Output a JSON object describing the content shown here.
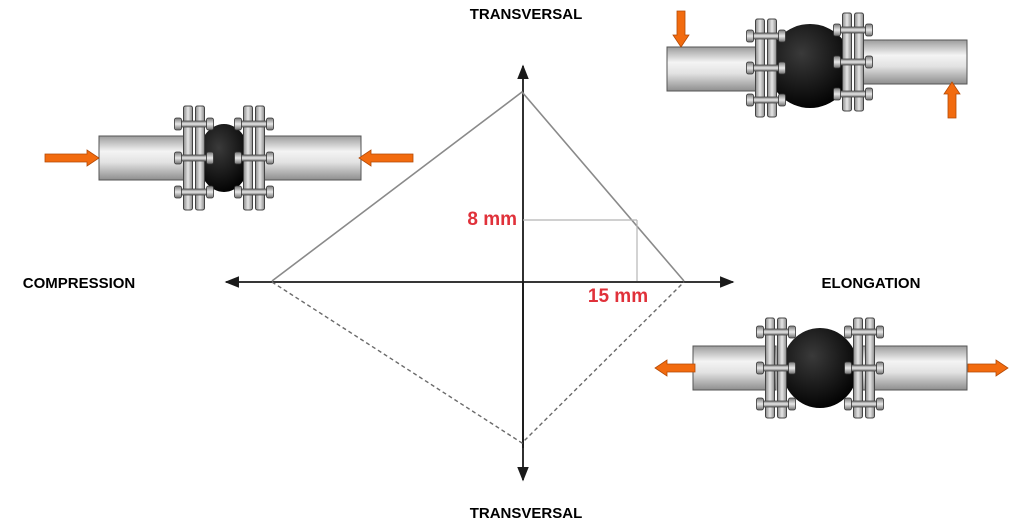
{
  "labels": {
    "top": "TRANSVERSAL",
    "bottom": "TRANSVERSAL",
    "left": "COMPRESSION",
    "right": "ELONGATION",
    "dim_vertical": "8 mm",
    "dim_horizontal": "15 mm"
  },
  "colors": {
    "arrow": "#f26b0f",
    "axis": "#1a1a1a",
    "envelope": "#8a8a8a",
    "dimension": "#e0313a",
    "rubber": "#000000"
  },
  "icons": {
    "compression_joint": "expansion-joint-compression-icon",
    "transversal_joint": "expansion-joint-transversal-icon",
    "elongation_joint": "expansion-joint-elongation-icon"
  }
}
